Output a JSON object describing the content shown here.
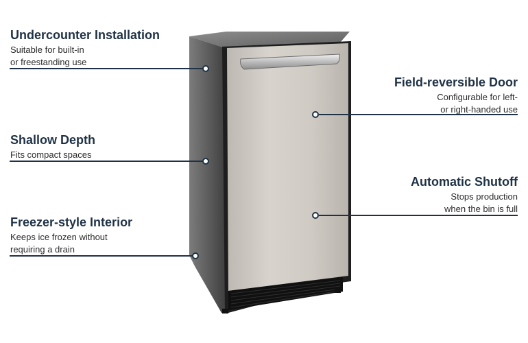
{
  "features": {
    "undercounter": {
      "title": "Undercounter Installation",
      "desc": [
        "Suitable for built-in",
        "or freestanding use"
      ]
    },
    "shallow": {
      "title": "Shallow Depth",
      "desc": [
        "Fits compact spaces"
      ]
    },
    "freezer": {
      "title": "Freezer-style Interior",
      "desc": [
        "Keeps ice frozen without",
        "requiring a drain"
      ]
    },
    "reversible": {
      "title": "Field-reversible Door",
      "desc": [
        "Configurable for left-",
        "or right-handed use"
      ]
    },
    "shutoff": {
      "title": "Automatic Shutoff",
      "desc": [
        "Stops production",
        "when the bin is full"
      ]
    }
  },
  "colors": {
    "accent": "#1f3245",
    "steel": "#c9c4bd",
    "cabinet": "#3a3a3a"
  }
}
